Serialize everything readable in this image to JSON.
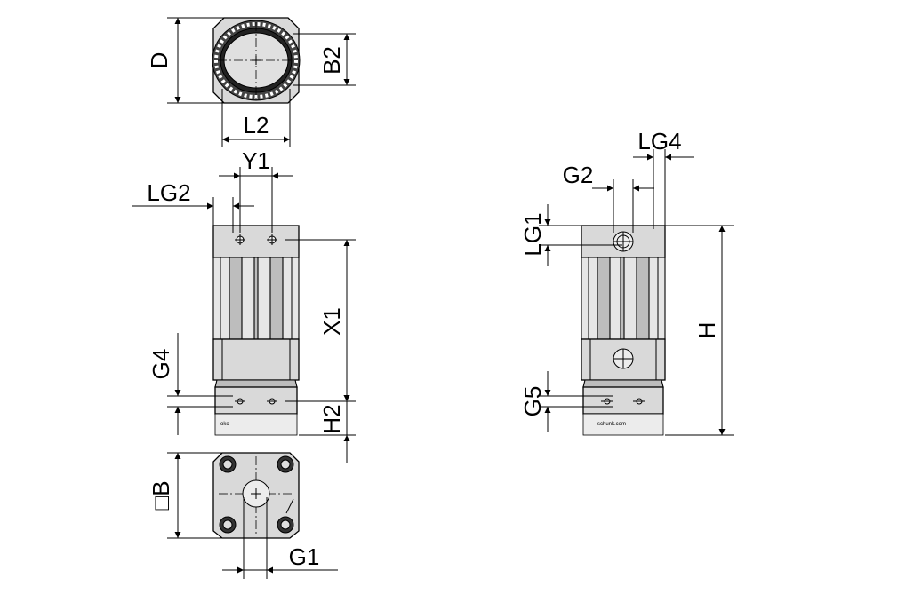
{
  "labels": {
    "D": "D",
    "B2": "B2",
    "L2": "L2",
    "Y1": "Y1",
    "LG2": "LG2",
    "X1": "X1",
    "G4": "G4",
    "H2": "H2",
    "B": "□B",
    "G1": "G1",
    "LG4": "LG4",
    "G2": "G2",
    "LG1": "LG1",
    "H": "H",
    "G5": "G5"
  }
}
